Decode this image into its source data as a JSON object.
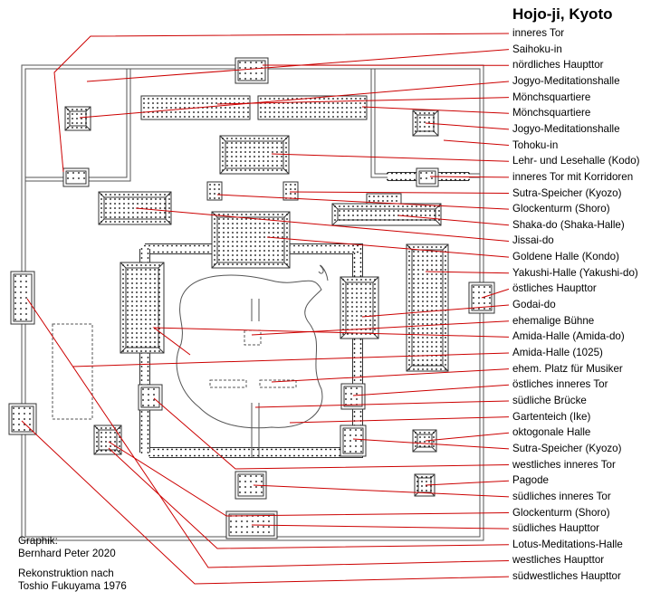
{
  "title": "Hojo-ji, Kyoto",
  "labels": [
    "inneres Tor",
    "Saihoku-in",
    "nördliches Haupttor",
    "Jogyo-Meditationshalle",
    "Mönchsquartiere",
    "Mönchsquartiere",
    "Jogyo-Meditationshalle",
    "Tohoku-in",
    "Lehr- und Lesehalle (Kodo)",
    "inneres Tor mit Korridoren",
    "Sutra-Speicher (Kyozo)",
    "Glockenturm (Shoro)",
    "Shaka-do (Shaka-Halle)",
    "Jissai-do",
    "Goldene Halle (Kondo)",
    "Yakushi-Halle (Yakushi-do)",
    "östliches Haupttor",
    "Godai-do",
    "ehemalige Bühne",
    "Amida-Halle (Amida-do)",
    "Amida-Halle (1025)",
    "ehem. Platz für Musiker",
    "östliches inneres Tor",
    "südliche Brücke",
    "Gartenteich (Ike)",
    "oktogonale Halle",
    "Sutra-Speicher (Kyozo)",
    "westliches inneres Tor",
    "Pagode",
    "südliches inneres Tor",
    "Glockenturm (Shoro)",
    "südliches Haupttor",
    "Lotus-Meditations-Halle",
    "westliches Haupttor",
    "südwestliches Haupttor"
  ],
  "credits": {
    "line1": "Graphik:",
    "line2": "Bernhard Peter 2020",
    "line3": "Rekonstruktion nach",
    "line4": "Toshio Fukuyama 1976"
  },
  "colors": {
    "leader": "#cc0000",
    "ink": "#000000",
    "walls": "#555555",
    "fill": "#ffffff"
  }
}
